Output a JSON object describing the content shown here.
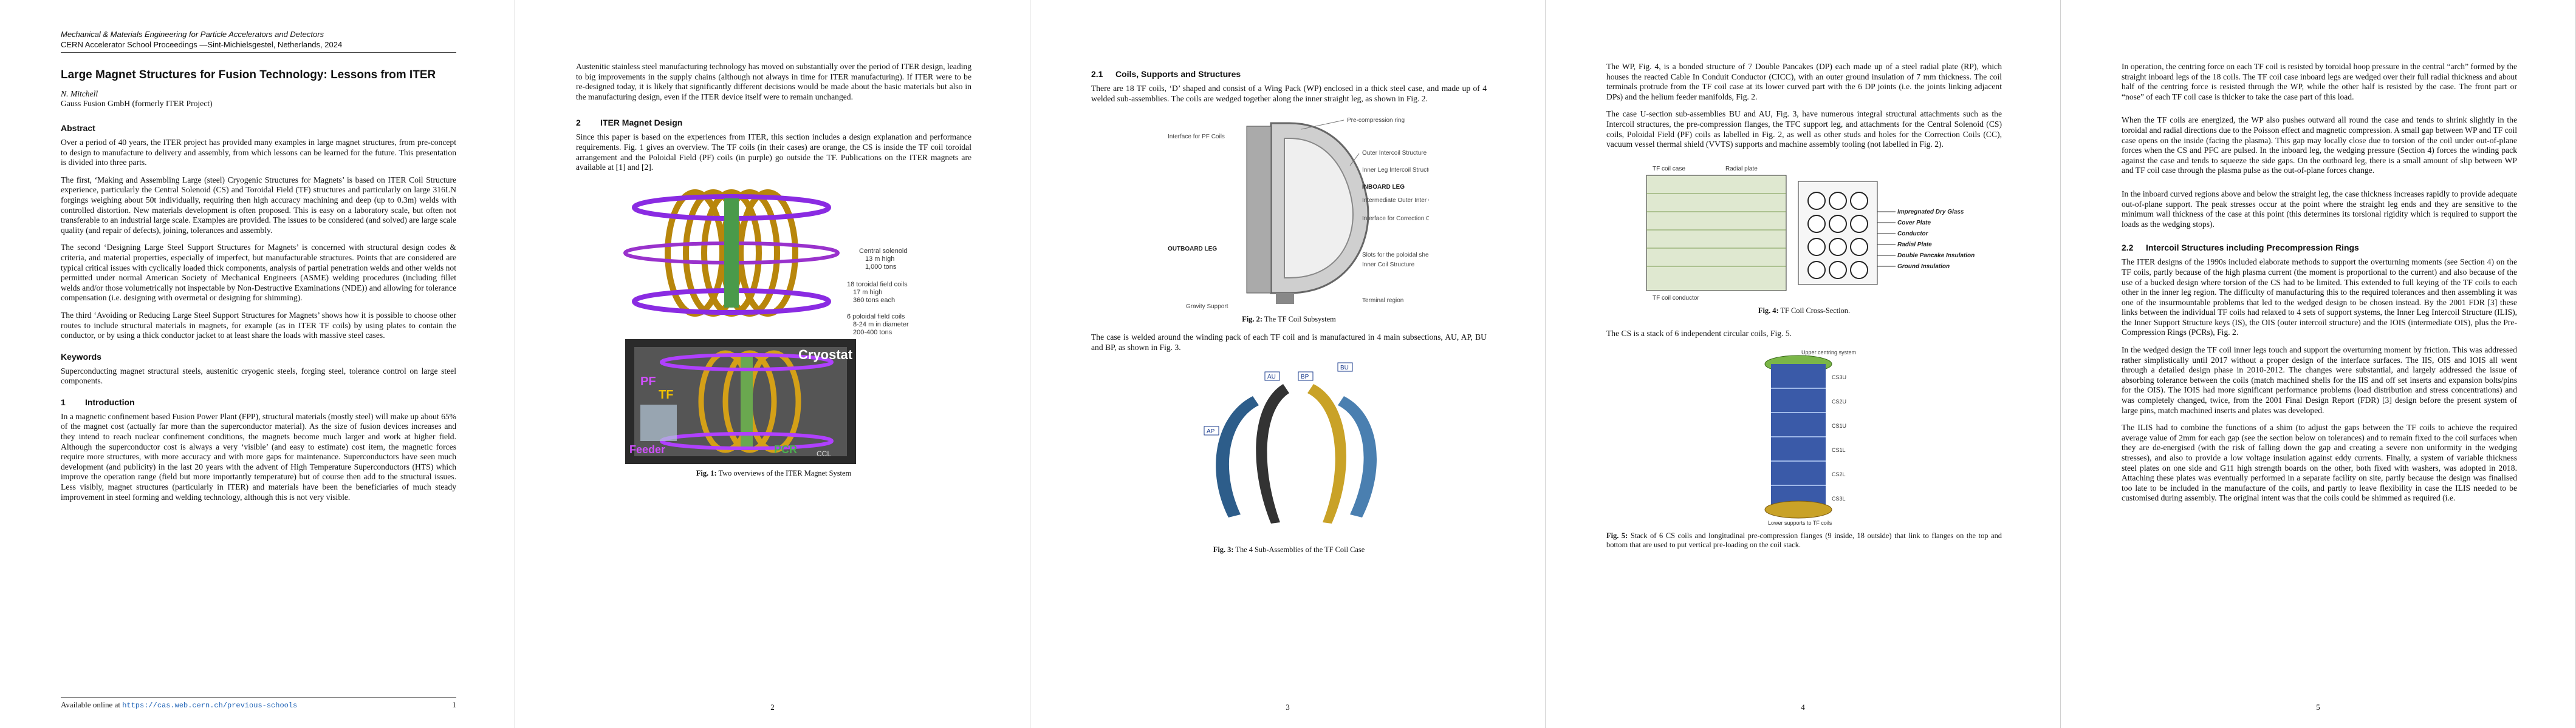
{
  "header": {
    "journal": "Mechanical & Materials Engineering for Particle Accelerators and Detectors",
    "proceedings": "CERN Accelerator School Proceedings —Sint-Michielsgestel, Netherlands, 2024"
  },
  "paper": {
    "title": "Large Magnet Structures for Fusion Technology: Lessons from ITER",
    "author": "N. Mitchell",
    "affiliation": "Gauss Fusion GmbH (formerly ITER Project)"
  },
  "abstract": {
    "heading": "Abstract",
    "paragraphs": [
      "Over a period of 40 years, the ITER project has provided many examples in large magnet structures, from pre-concept to design to manufacture to delivery and assembly, from which lessons can be learned for the future. This presentation is divided into three parts.",
      "The first, ‘Making and Assembling Large (steel) Cryogenic Structures for Magnets’ is based on ITER Coil Structure experience, particularly the Central Solenoid (CS) and Toroidal Field (TF) structures and particularly on large 316LN forgings weighing about 50t individually, requiring then high accuracy machining and deep (up to 0.3m) welds with controlled distortion. New materials development is often proposed. This is easy on a laboratory scale, but often not transferable to an industrial large scale. Examples are provided. The issues to be considered (and solved) are large scale quality (and repair of defects), joining, tolerances and assembly.",
      "The second ‘Designing Large Steel Support Structures for Magnets’ is concerned with structural design codes & criteria, and material properties, especially of imperfect, but manufacturable structures. Points that are considered are typical critical issues with cyclically loaded thick components, analysis of partial penetration welds and other welds not permitted under normal American Society of Mechanical Engineers (ASME) welding procedures (including fillet welds and/or those volumetrically not inspectable by Non-Destructive Examinations (NDE)) and allowing for tolerance compensation (i.e. designing with overmetal or designing for shimming).",
      "The third ‘Avoiding or Reducing Large Steel Support Structures for Magnets’ shows how it is possible to choose other routes to include structural materials in magnets, for example (as in ITER TF coils) by using plates to contain the conductor, or by using a thick conductor jacket to at least share the loads with massive steel cases."
    ]
  },
  "keywords": {
    "heading": "Keywords",
    "text": "Superconducting magnet structural steels, austenitic cryogenic steels, forging steel, tolerance control on large steel components."
  },
  "sections": {
    "s1": {
      "num": "1",
      "title": "Introduction"
    },
    "s2": {
      "num": "2",
      "title": "ITER Magnet Design"
    },
    "s21": {
      "num": "2.1",
      "title": "Coils, Supports and Structures"
    },
    "s22": {
      "num": "2.2",
      "title": "Intercoil Structures including Precompression Rings"
    }
  },
  "text": {
    "p1_intro": "In a magnetic confinement based Fusion Power Plant (FPP), structural materials (mostly steel) will make up about 65% of the magnet cost (actually far more than the superconductor material). As the size of fusion devices increases and they intend to reach nuclear confinement conditions, the magnets become much larger and work at higher field. Although the superconductor cost is always a very ‘visible’ (and easy to estimate) cost item, the magnetic forces require more structures, with more accuracy and with more gaps for maintenance. Superconductors have seen much development (and publicity) in the last 20 years with the advent of High Temperature Superconductors (HTS) which improve the operation range (field but more importantly temperature) but of course then add to the structural issues. Less visibly, magnet structures (particularly in ITER) and materials have been the beneficiaries of much steady improvement in steel forming and welding technology, although this is not very visible.",
    "p2_a": "Austenitic stainless steel manufacturing technology has moved on substantially over the period of ITER design, leading to big improvements in the supply chains (although not always in time for ITER manufacturing). If ITER were to be re-designed today, it is likely that significantly different decisions would be made about the basic materials but also in the manufacturing design, even if the ITER device itself were to remain unchanged.",
    "p2_b": "Since this paper is based on the experiences from ITER, this section includes a design explanation and performance requirements. Fig. 1 gives an overview. The TF coils (in their cases) are orange, the CS is inside the TF coil toroidal arrangement and the Poloidal Field (PF) coils (in purple) go outside the TF. Publications on the ITER magnets are available at [1] and [2].",
    "p3_a": "There are 18 TF coils, ‘D’ shaped and consist of a Wing Pack (WP) enclosed in a thick steel case, and made up of 4 welded sub-assemblies. The coils are wedged together along the inner straight leg, as shown in Fig. 2.",
    "p3_b": "The case is welded around the winding pack of each TF coil and is manufactured in 4 main subsections, AU, AP, BU and BP, as shown in Fig. 3.",
    "p4_a": "The WP, Fig. 4, is a bonded structure of 7 Double Pancakes (DP) each made up of a steel radial plate (RP), which houses the reacted Cable In Conduit Conductor (CICC), with an outer ground insulation of 7 mm thickness. The coil terminals protrude from the TF coil case at its lower curved part with the 6 DP joints (i.e. the joints linking adjacent DPs) and the helium feeder manifolds, Fig. 2.",
    "p4_b": "The case U-section sub-assemblies BU and AU, Fig. 3, have numerous integral structural attachments such as the Intercoil structures, the pre-compression flanges, the TFC support leg, and attachments for the Central Solenoid (CS) coils, Poloidal Field (PF) coils as labelled in Fig. 2, as well as other studs and holes for the Correction Coils (CC), vacuum vessel thermal shield (VVTS) supports and machine assembly tooling (not labelled in Fig. 2).",
    "p4_c": "The CS is a stack of 6 independent circular coils, Fig. 5.",
    "p5_a": "In operation, the centring force on each TF coil is resisted by toroidal hoop pressure in the central “arch” formed by the straight inboard legs of the 18 coils. The TF coil case inboard legs are wedged over their full radial thickness and about half of the centring force is resisted through the WP, while the other half is resisted by the case. The front part or “nose” of each TF coil case is thicker to take the case part of this load.",
    "p5_b": "When the TF coils are energized, the WP also pushes outward all round the case and tends to shrink slightly in the toroidal and radial directions due to the Poisson effect and magnetic compression. A small gap between WP and TF coil case opens on the inside (facing the plasma). This gap may locally close due to torsion of the coil under out-of-plane forces when the CS and PFC are pulsed. In the inboard leg, the wedging pressure (Section 4) forces the winding pack against the case and tends to squeeze the side gaps. On the outboard leg, there is a small amount of slip between WP and TF coil case through the plasma pulse as the out-of-plane forces change.",
    "p5_c": "In the inboard curved regions above and below the straight leg, the case thickness increases rapidly to provide adequate out-of-plane support. The peak stresses occur at the point where the straight leg ends and they are sensitive to the minimum wall thickness of the case at this point (this determines its torsional rigidity which is required to support the loads as the wedging stops).",
    "p5_d": "The ITER designs of the 1990s included elaborate methods to support the overturning moments (see Section 4) on the TF coils, partly because of the high plasma current (the moment is proportional to the current) and also because of the use of a bucked design where torsion of the CS had to be limited. This extended to full keying of the TF coils to each other in the inner leg region. The difficulty of manufacturing this to the required tolerances and then assembling it was one of the insurmountable problems that led to the wedged design to be chosen instead. By the 2001 FDR [3] these links between the individual TF coils had relaxed to 4 sets of support systems, the Inner Leg Intercoil Structure (ILIS), the Inner Support Structure keys (IS), the OIS (outer intercoil structure) and the IOIS (intermediate OIS), plus the Pre-Compression Rings (PCRs), Fig. 2.",
    "p5_e": "In the wedged design the TF coil inner legs touch and support the overturning moment by friction. This was addressed rather simplistically until 2017 without a proper design of the interface surfaces. The IIS, OIS and IOIS all went through a detailed design phase in 2010-2012. The changes were substantial, and largely addressed the issue of absorbing tolerance between the coils (match machined shells for the IIS and off set inserts and expansion bolts/pins for the OIS). The IOIS had more significant performance problems (load distribution and stress concentrations) and was completely changed, twice, from the 2001 Final Design Report (FDR) [3] design before the present system of large pins, match machined inserts and plates was developed.",
    "p5_f": "The ILIS had to combine the functions of a shim (to adjust the gaps between the TF coils to achieve the required average value of 2mm for each gap (see the section below on tolerances) and to remain fixed to the coil surfaces when they are de-energised (with the risk of falling down the gap and creating a severe non uniformity in the wedging stresses), and also to provide a low voltage insulation against eddy currents. Finally, a system of variable thickness steel plates on one side and G11 high strength boards on the other, both fixed with washers, was adopted in 2018. Attaching these plates was eventually performed in a separate facility on site, partly because the design was finalised too late to be included in the manufacture of the coils, and partly to leave flexibility in case the ILIS needed to be customised during assembly. The original intent was that the coils could be shimmed as required (i.e."
  },
  "figures": {
    "fig1": {
      "label": "Fig. 1:",
      "caption": "Two overviews of the ITER Magnet System",
      "labels": [
        "Central solenoid",
        "13 m high",
        "1,000 tons",
        "18 toroidal field coils",
        "17 m high",
        "360 tons each",
        "6 poloidal field coils",
        "8-24 m in diameter",
        "200-400 tons",
        "Cryostat",
        "PF",
        "TF",
        "Feeder",
        "PCR",
        "CCL"
      ]
    },
    "fig2": {
      "label": "Fig. 2:",
      "caption": "The TF Coil Subsystem",
      "labels": [
        "Pre-compression ring",
        "Outer Intercoil Structure",
        "Inner Leg Intercoil Structure",
        "INBOARD LEG",
        "Intermediate Outer Inter Coil Structure",
        "Interface for Correction Coils",
        "Slots for the poloidal shear keys",
        "Inner Coil Structure",
        "Terminal region",
        "Interface for PF Coils",
        "OUTBOARD LEG",
        "Gravity Support"
      ]
    },
    "fig3": {
      "label": "Fig. 3:",
      "caption": "The 4 Sub-Assemblies of the TF Coil Case",
      "labels": [
        "AP",
        "AU",
        "BP",
        "BU"
      ]
    },
    "fig4": {
      "label": "Fig. 4:",
      "caption": "TF Coil Cross-Section.",
      "labels": [
        "TF coil case",
        "Radial plate",
        "TF coil conductor",
        "Impregnated Dry Glass",
        "Cover Plate",
        "Conductor",
        "Radial Plate",
        "Double Pancake Insulation",
        "Ground Insulation"
      ]
    },
    "fig5": {
      "label": "Fig. 5:",
      "caption": "Stack of 6 CS coils and longitudinal pre-compression flanges (9 inside, 18 outside) that link to flanges on the top and bottom that are used to put vertical pre-loading on the coil stack.",
      "labels": [
        "Upper centring system",
        "CS3U",
        "CS2U",
        "CS1U",
        "CS1L",
        "CS2L",
        "CS3L",
        "Lower supports to TF coils"
      ]
    }
  },
  "footer": {
    "available_label": "Available online at",
    "url": "https://cas.web.cern.ch/previous-schools"
  },
  "page_numbers": [
    "1",
    "2",
    "3",
    "4",
    "5"
  ]
}
